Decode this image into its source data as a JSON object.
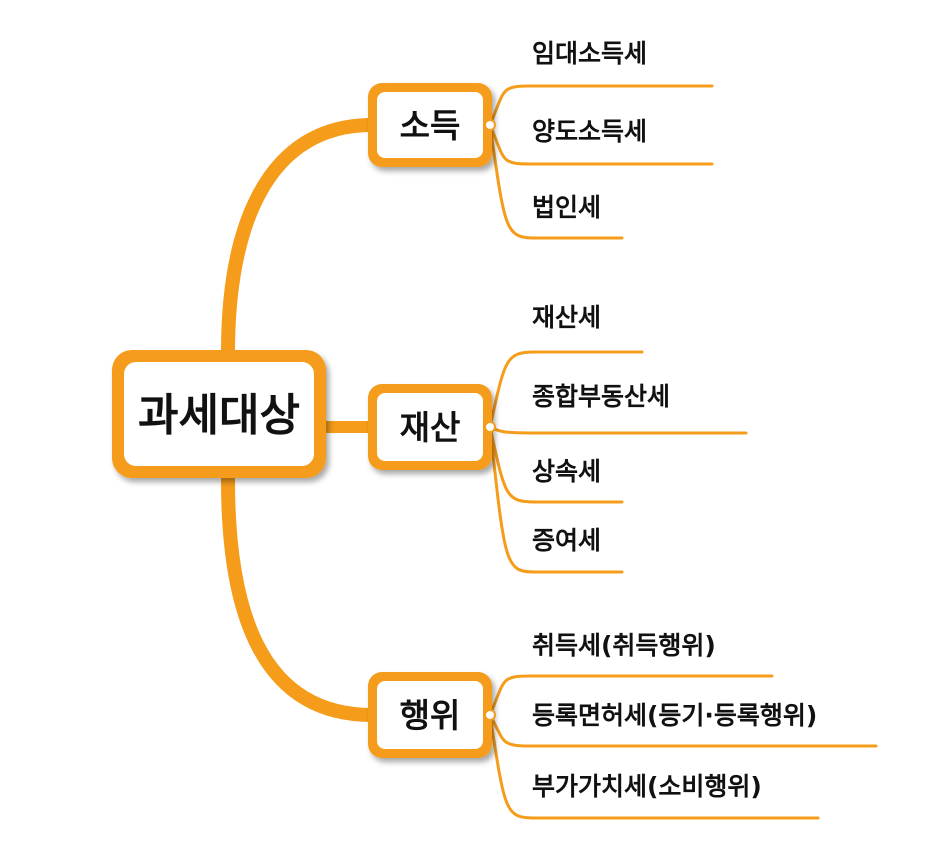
{
  "central": {
    "label": "과세대상"
  },
  "branches": [
    {
      "label": "소득",
      "items": [
        "임대소득세",
        "양도소득세",
        "법인세"
      ]
    },
    {
      "label": "재산",
      "items": [
        "재산세",
        "종합부동산세",
        "상속세",
        "증여세"
      ]
    },
    {
      "label": "행위",
      "items": [
        "취득세(취득행위)",
        "등록면허세(등기·등록행위)",
        "부가가치세(소비행위)"
      ]
    }
  ],
  "colors": {
    "accent": "#f59c1a",
    "box_fill": "#ffffff",
    "text": "#111111"
  }
}
